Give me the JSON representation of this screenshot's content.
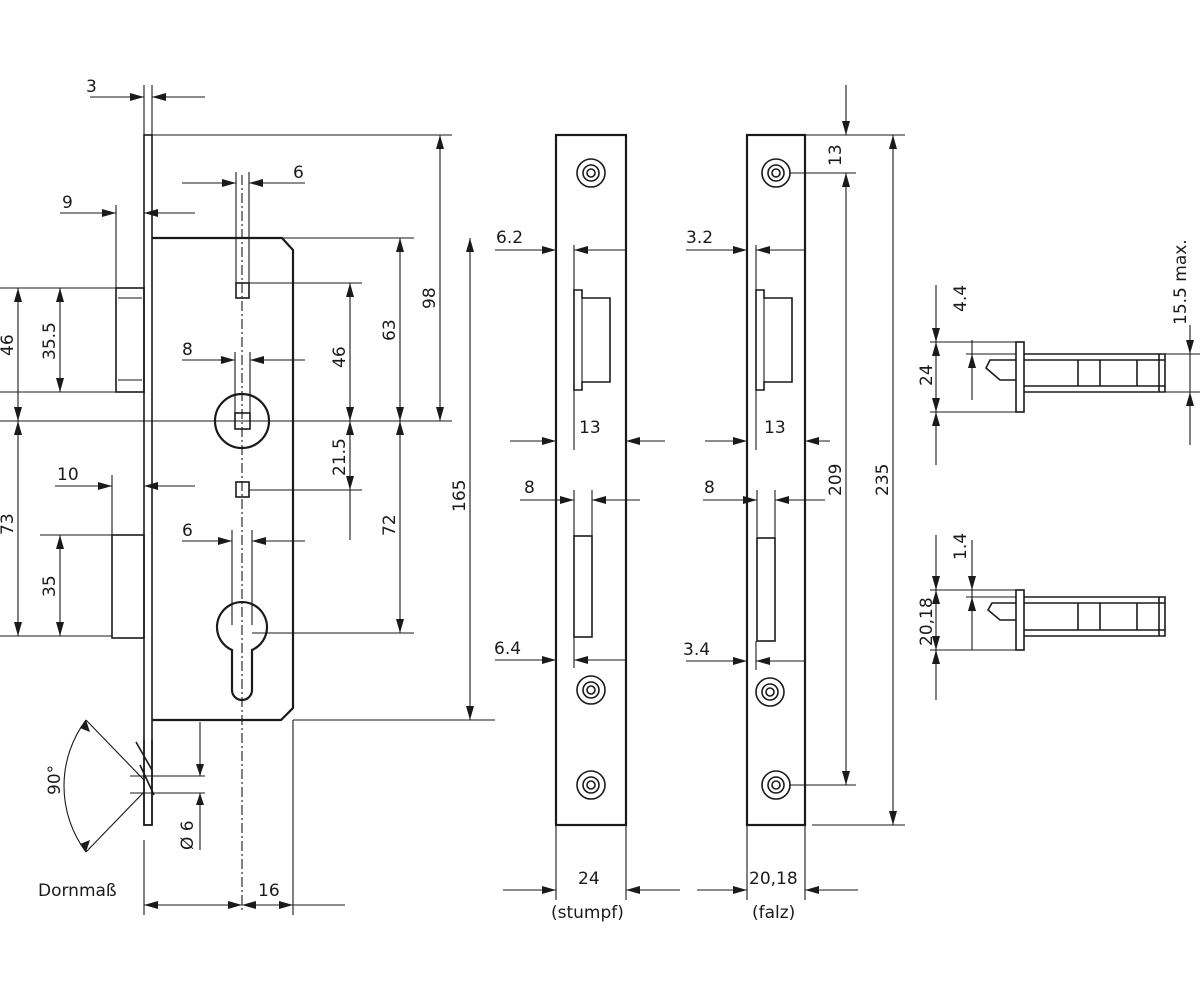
{
  "dimensions": {
    "d_3": "3",
    "d_9": "9",
    "d_6_top": "6",
    "d_8_follower": "8",
    "d_46_left": "46",
    "d_35_5": "35.5",
    "d_73": "73",
    "d_10": "10",
    "d_35": "35",
    "d_6_mid": "6",
    "d_46_mid": "46",
    "d_21_5": "21.5",
    "d_63": "63",
    "d_72": "72",
    "d_98": "98",
    "d_165": "165",
    "d_90deg": "90°",
    "d_dia6": "Ø 6",
    "d_16": "16",
    "label_dornmass": "Dornmaß",
    "d_6_2": "6.2",
    "d_13_a": "13",
    "d_8_a": "8",
    "d_6_4": "6.4",
    "d_24_width": "24",
    "label_stumpf": "(stumpf)",
    "d_3_2": "3.2",
    "d_13_b": "13",
    "d_8_b": "8",
    "d_3_4": "3.4",
    "d_20_18_width": "20,18",
    "label_falz": "(falz)",
    "d_13_top": "13",
    "d_209": "209",
    "d_235": "235",
    "d_4_4": "4.4",
    "d_24_bolt": "24",
    "d_15_5max": "15.5 max.",
    "d_1_4": "1.4",
    "d_20_18_bolt": "20,18"
  }
}
